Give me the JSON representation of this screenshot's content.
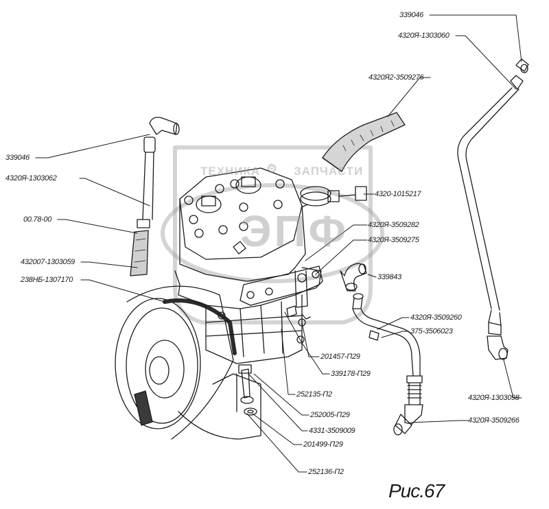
{
  "watermark": {
    "left_text": "ТЕХНИКА",
    "right_text": "ЗАПЧАСТИ",
    "logo_text": "ЭПФ"
  },
  "figure_caption": "Рис.67",
  "labels": {
    "l339046_top": "339046",
    "l4320_1303060": "4320Я-1303060",
    "l4320R2_3509276": "4320Я2-3509276",
    "l339046_left": "339046",
    "l4320_1303062": "4320Я-1303062",
    "l4320_1015217": "4320-1015217",
    "l00_78_00": "00.78-00",
    "l4320_3509282": "4320Я-3509282",
    "l4320_3509275": "4320Я-3509275",
    "l432007_1303059": "432007-1303059",
    "l238NB_1307170": "238НБ-1307170",
    "l339843": "339843",
    "l4320_3509260": "4320Я-3509260",
    "l375_3506023": "375-3506023",
    "l201457_P29": "201457-П29",
    "l339178_P29": "339178-П29",
    "l252135_P2": "252135-П2",
    "l4320_1303098": "4320Я-1303098",
    "l252005_P29": "252005-П29",
    "l4320_3509266": "4320Я-3509266",
    "l4331_3509009": "4331-3509009",
    "l201499_P29": "201499-П29",
    "l252136_P2": "252136-П2"
  }
}
